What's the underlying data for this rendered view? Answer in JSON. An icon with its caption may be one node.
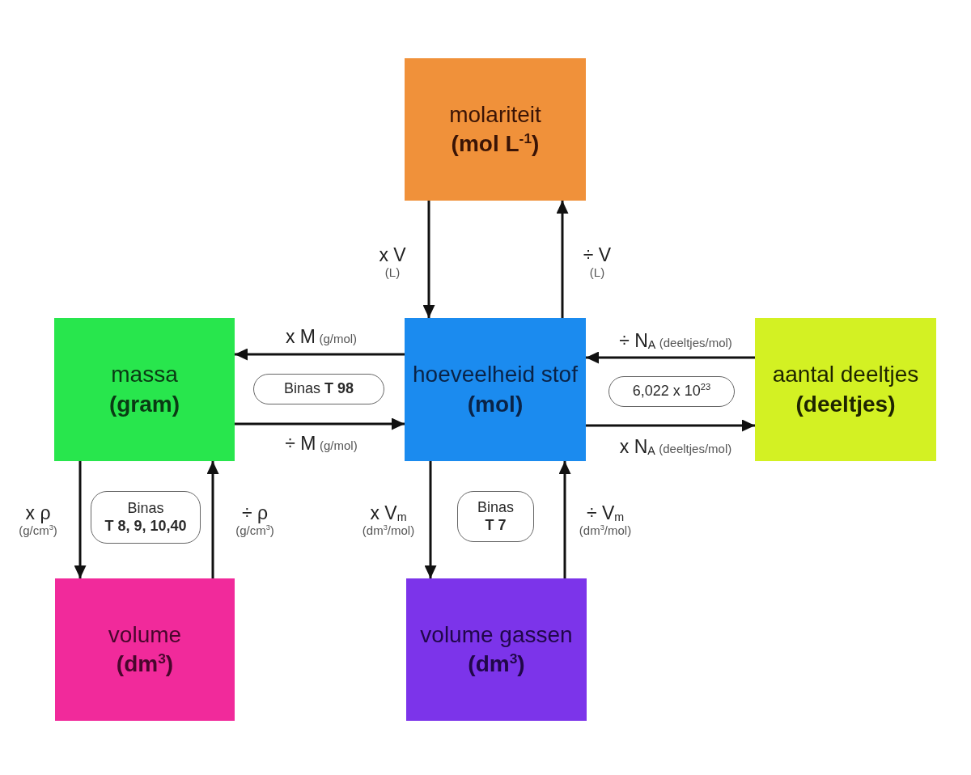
{
  "diagram": {
    "nodes": [
      {
        "text": [
          "molariteit",
          "(mol L$^{-1}$)"
        ]
      },
      {
        "text": [
          "massa",
          "(gram)"
        ]
      },
      {
        "text": [
          "Binas **T 98**"
        ]
      },
      {
        "text": [
          "hoeveelheid stof",
          "(mol)"
        ]
      },
      {
        "text": [
          "6,022 x 10$^{23}$"
        ]
      },
      {
        "text": [
          "aantal deeltjes",
          "(deeltjes)"
        ]
      },
      {
        "text": [
          "Binas **T 8, 9, 10,40**"
        ]
      },
      {
        "text": [
          "Binas **T 7**"
        ]
      },
      {
        "text": [
          "volume",
          "(dm$^{3}$)"
        ]
      },
      {
        "text": [
          "volume gassen",
          "(dm$^{3}$)"
        ]
      }
    ],
    "edges": [
      {
        "from": 0,
        "to": 3,
        "arrow": "to",
        "label": "x V (L)"
      },
      {
        "from": 3,
        "to": 0,
        "arrow": "to",
        "label": "÷ V (L)"
      },
      {
        "from": 3,
        "to": 1,
        "arrow": "to",
        "label": "x M (g/mol)"
      },
      {
        "from": 1,
        "to": 3,
        "arrow": "to",
        "label": "÷ M (g/mol)"
      },
      {
        "from": 5,
        "to": 3,
        "arrow": "to",
        "label": "÷ N$_{A}$ (deeltjes/mol)"
      },
      {
        "from": 3,
        "to": 5,
        "arrow": "to",
        "label": "x N$_{A}$ (deeltjes/mol)"
      },
      {
        "from": 1,
        "to": 8,
        "arrow": "to",
        "label": "x ρ (g/cm$^{3}$)"
      },
      {
        "from": 8,
        "to": 1,
        "arrow": "to",
        "label": "÷ ρ (g/cm$^{3}$)"
      },
      {
        "from": 3,
        "to": 9,
        "arrow": "to",
        "label": "x V$_{m}$ (dm$^{3}$/mol)"
      },
      {
        "from": 9,
        "to": 3,
        "arrow": "to",
        "label": "÷ V$_{m}$ (dm$^{3}$/mol)"
      }
    ]
  }
}
